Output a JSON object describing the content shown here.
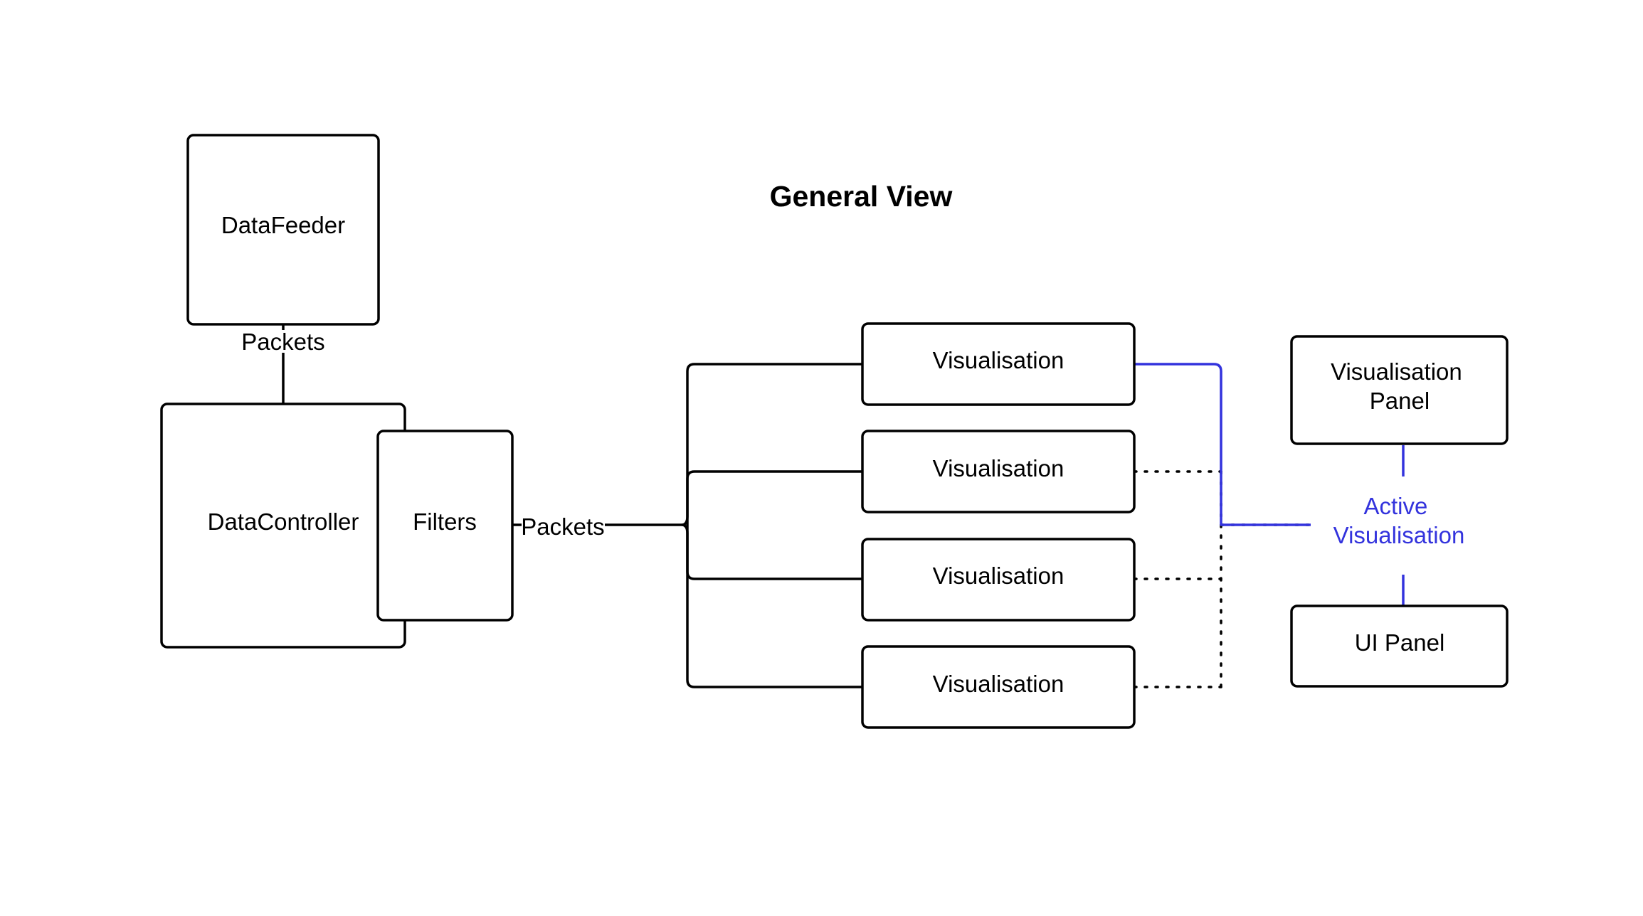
{
  "title": "General View",
  "colors": {
    "active": "#3333dd",
    "stroke": "#000000"
  },
  "nodes": {
    "data_feeder": "DataFeeder",
    "data_controller": "DataController",
    "filters": "Filters",
    "visualisation_1": "Visualisation",
    "visualisation_2": "Visualisation",
    "visualisation_3": "Visualisation",
    "visualisation_4": "Visualisation",
    "visualisation_panel": [
      "Visualisation",
      "Panel"
    ],
    "ui_panel": "UI Panel"
  },
  "edge_labels": {
    "feeder_to_controller": "Packets",
    "filters_to_visualisations": "Packets"
  },
  "active_visualisation": [
    "Active",
    "Visualisation"
  ]
}
